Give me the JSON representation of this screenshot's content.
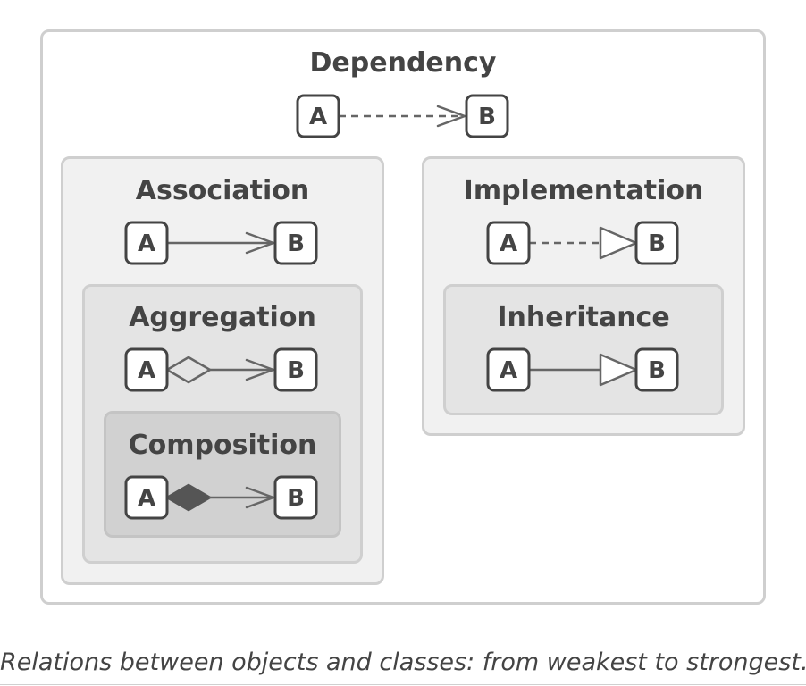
{
  "relations": [
    {
      "id": "dependency",
      "title": "Dependency",
      "from": "A",
      "to": "B",
      "line": "dashed",
      "tail": "none",
      "head": "open-arrow"
    },
    {
      "id": "association",
      "title": "Association",
      "from": "A",
      "to": "B",
      "line": "solid",
      "tail": "none",
      "head": "open-arrow"
    },
    {
      "id": "aggregation",
      "title": "Aggregation",
      "from": "A",
      "to": "B",
      "line": "solid",
      "tail": "hollow-diamond",
      "head": "open-arrow"
    },
    {
      "id": "composition",
      "title": "Composition",
      "from": "A",
      "to": "B",
      "line": "solid",
      "tail": "filled-diamond",
      "head": "open-arrow"
    },
    {
      "id": "implementation",
      "title": "Implementation",
      "from": "A",
      "to": "B",
      "line": "dashed",
      "tail": "none",
      "head": "hollow-triangle"
    },
    {
      "id": "inheritance",
      "title": "Inheritance",
      "from": "A",
      "to": "B",
      "line": "solid",
      "tail": "none",
      "head": "hollow-triangle"
    }
  ],
  "caption": "Relations between objects and classes: from weakest to strongest.",
  "colors": {
    "text": "#444444",
    "line": "#666666",
    "box_border": "#cfcfcf",
    "level_1": "#ffffff",
    "level_2": "#f1f1f1",
    "level_3": "#e4e4e4",
    "level_4": "#d1d1d1"
  }
}
